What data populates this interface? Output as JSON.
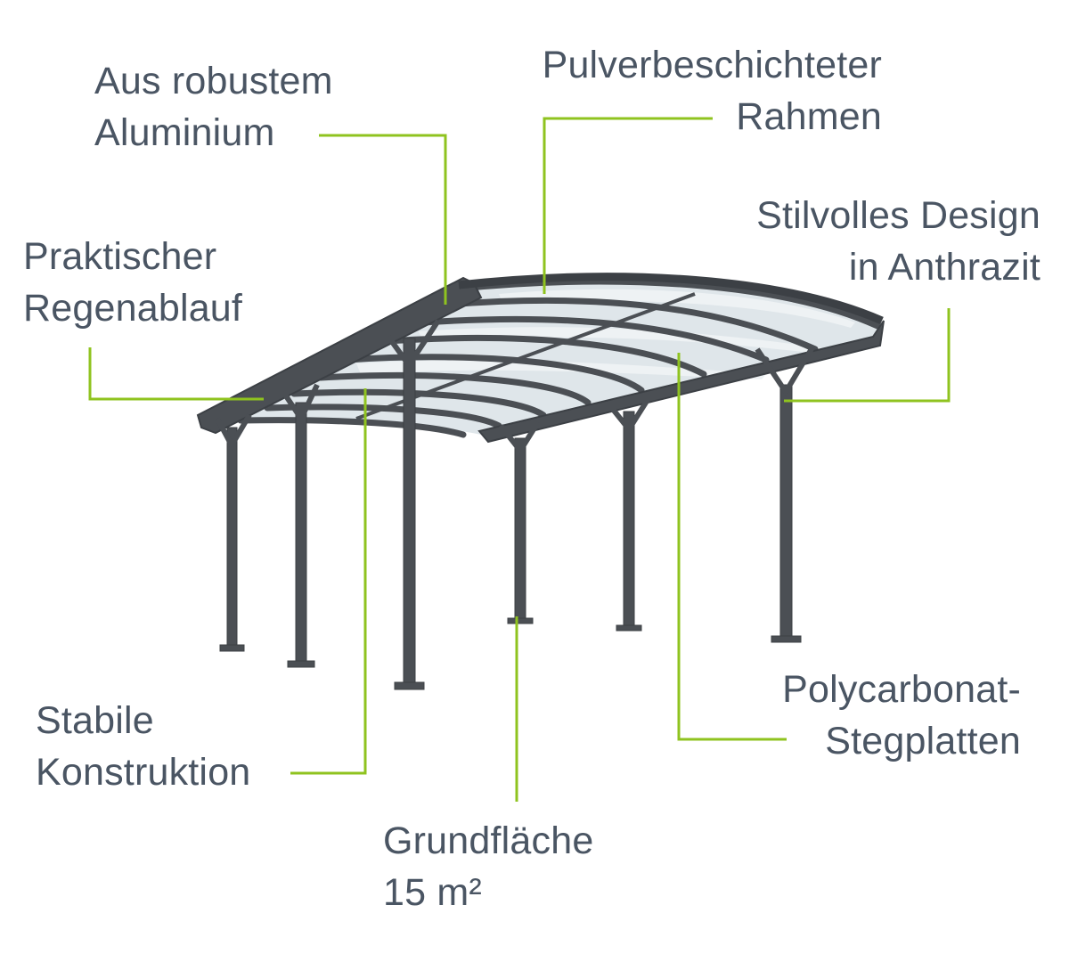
{
  "colors": {
    "text": "#4a5563",
    "leader": "#8fc31f",
    "frame": "#4b4f54",
    "frame_dark": "#3c4045",
    "panel": "#dfe6ea"
  },
  "callouts": {
    "aluminium": {
      "line1": "Aus robustem",
      "line2": "Aluminium"
    },
    "frame": {
      "line1": "Pulverbeschichteter",
      "line2": "Rahmen"
    },
    "design": {
      "line1": "Stilvolles Design",
      "line2": "in Anthrazit"
    },
    "gutter": {
      "line1": "Praktischer",
      "line2": "Regenablauf"
    },
    "construction": {
      "line1": "Stabile",
      "line2": "Konstruktion"
    },
    "panels": {
      "line1": "Polycarbonat-",
      "line2": "Stegplatten"
    },
    "area": {
      "line1": "Grundfläche",
      "line2": "15 m²"
    }
  }
}
